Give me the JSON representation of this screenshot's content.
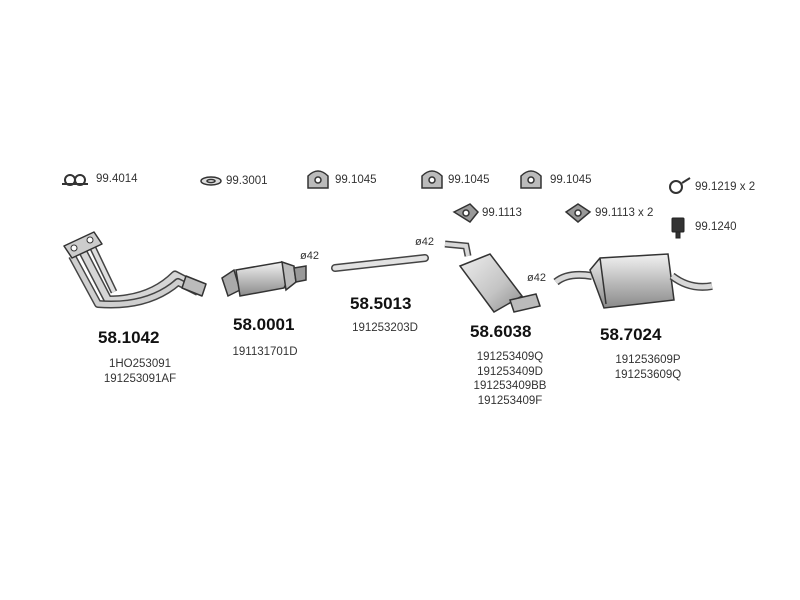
{
  "accessories": [
    {
      "code": "99.4014"
    },
    {
      "code": "99.3001"
    },
    {
      "code": "99.1045"
    },
    {
      "code": "99.1045"
    },
    {
      "code": "99.1045"
    },
    {
      "code": "99.1219 x 2"
    },
    {
      "code": "99.1113"
    },
    {
      "code": "99.1113 x 2"
    },
    {
      "code": "99.1240"
    }
  ],
  "parts": [
    {
      "number": "58.1042",
      "refs": [
        "1HO253091",
        "191253091AF"
      ]
    },
    {
      "number": "58.0001",
      "refs": [
        "191131701D"
      ]
    },
    {
      "number": "58.5013",
      "refs": [
        "191253203D"
      ]
    },
    {
      "number": "58.6038",
      "refs": [
        "191253409Q",
        "191253409D",
        "191253409BB",
        "191253409F"
      ]
    },
    {
      "number": "58.7024",
      "refs": [
        "191253609P",
        "191253609Q"
      ]
    }
  ],
  "diameters": [
    "ø42",
    "ø42",
    "ø42"
  ],
  "colors": {
    "background": "#ffffff",
    "part_fill": "#d0d0d0",
    "part_stroke": "#444444"
  }
}
